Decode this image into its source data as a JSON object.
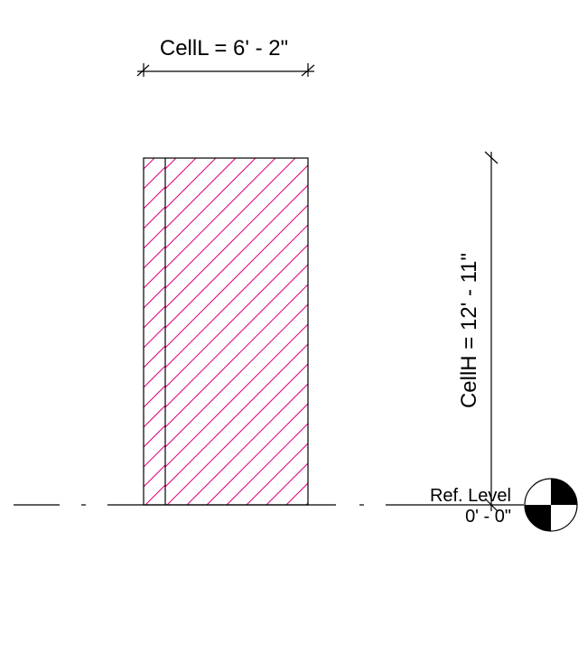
{
  "dimensions": {
    "width_label": "CellL = 6' - 2\"",
    "height_label": "CellH = 12' - 11\""
  },
  "level": {
    "name": "Ref. Level",
    "elevation": "0' - 0\""
  },
  "colors": {
    "line": "#000000",
    "hatch": "#e0007a",
    "background": "#ffffff"
  }
}
